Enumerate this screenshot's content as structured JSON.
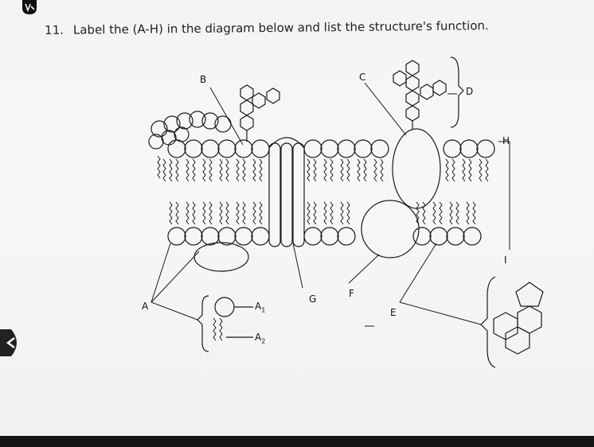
{
  "question": {
    "number": "11.",
    "text": "Label the (A-H) in the diagram below and list the structure's function."
  },
  "labels": {
    "A": "A",
    "A1": "A",
    "A1_sub": "1",
    "A2": "A",
    "A2_sub": "2",
    "B": "B",
    "C": "C",
    "D": "D",
    "E": "E",
    "F": "F",
    "G": "G",
    "H": "H",
    "I": "I"
  },
  "colors": {
    "paper": "#f4f4f4",
    "ink": "#1a1a1a",
    "background": "#1c1c1c"
  },
  "icons": [
    "app-logo-icon",
    "back-arrow-icon"
  ]
}
